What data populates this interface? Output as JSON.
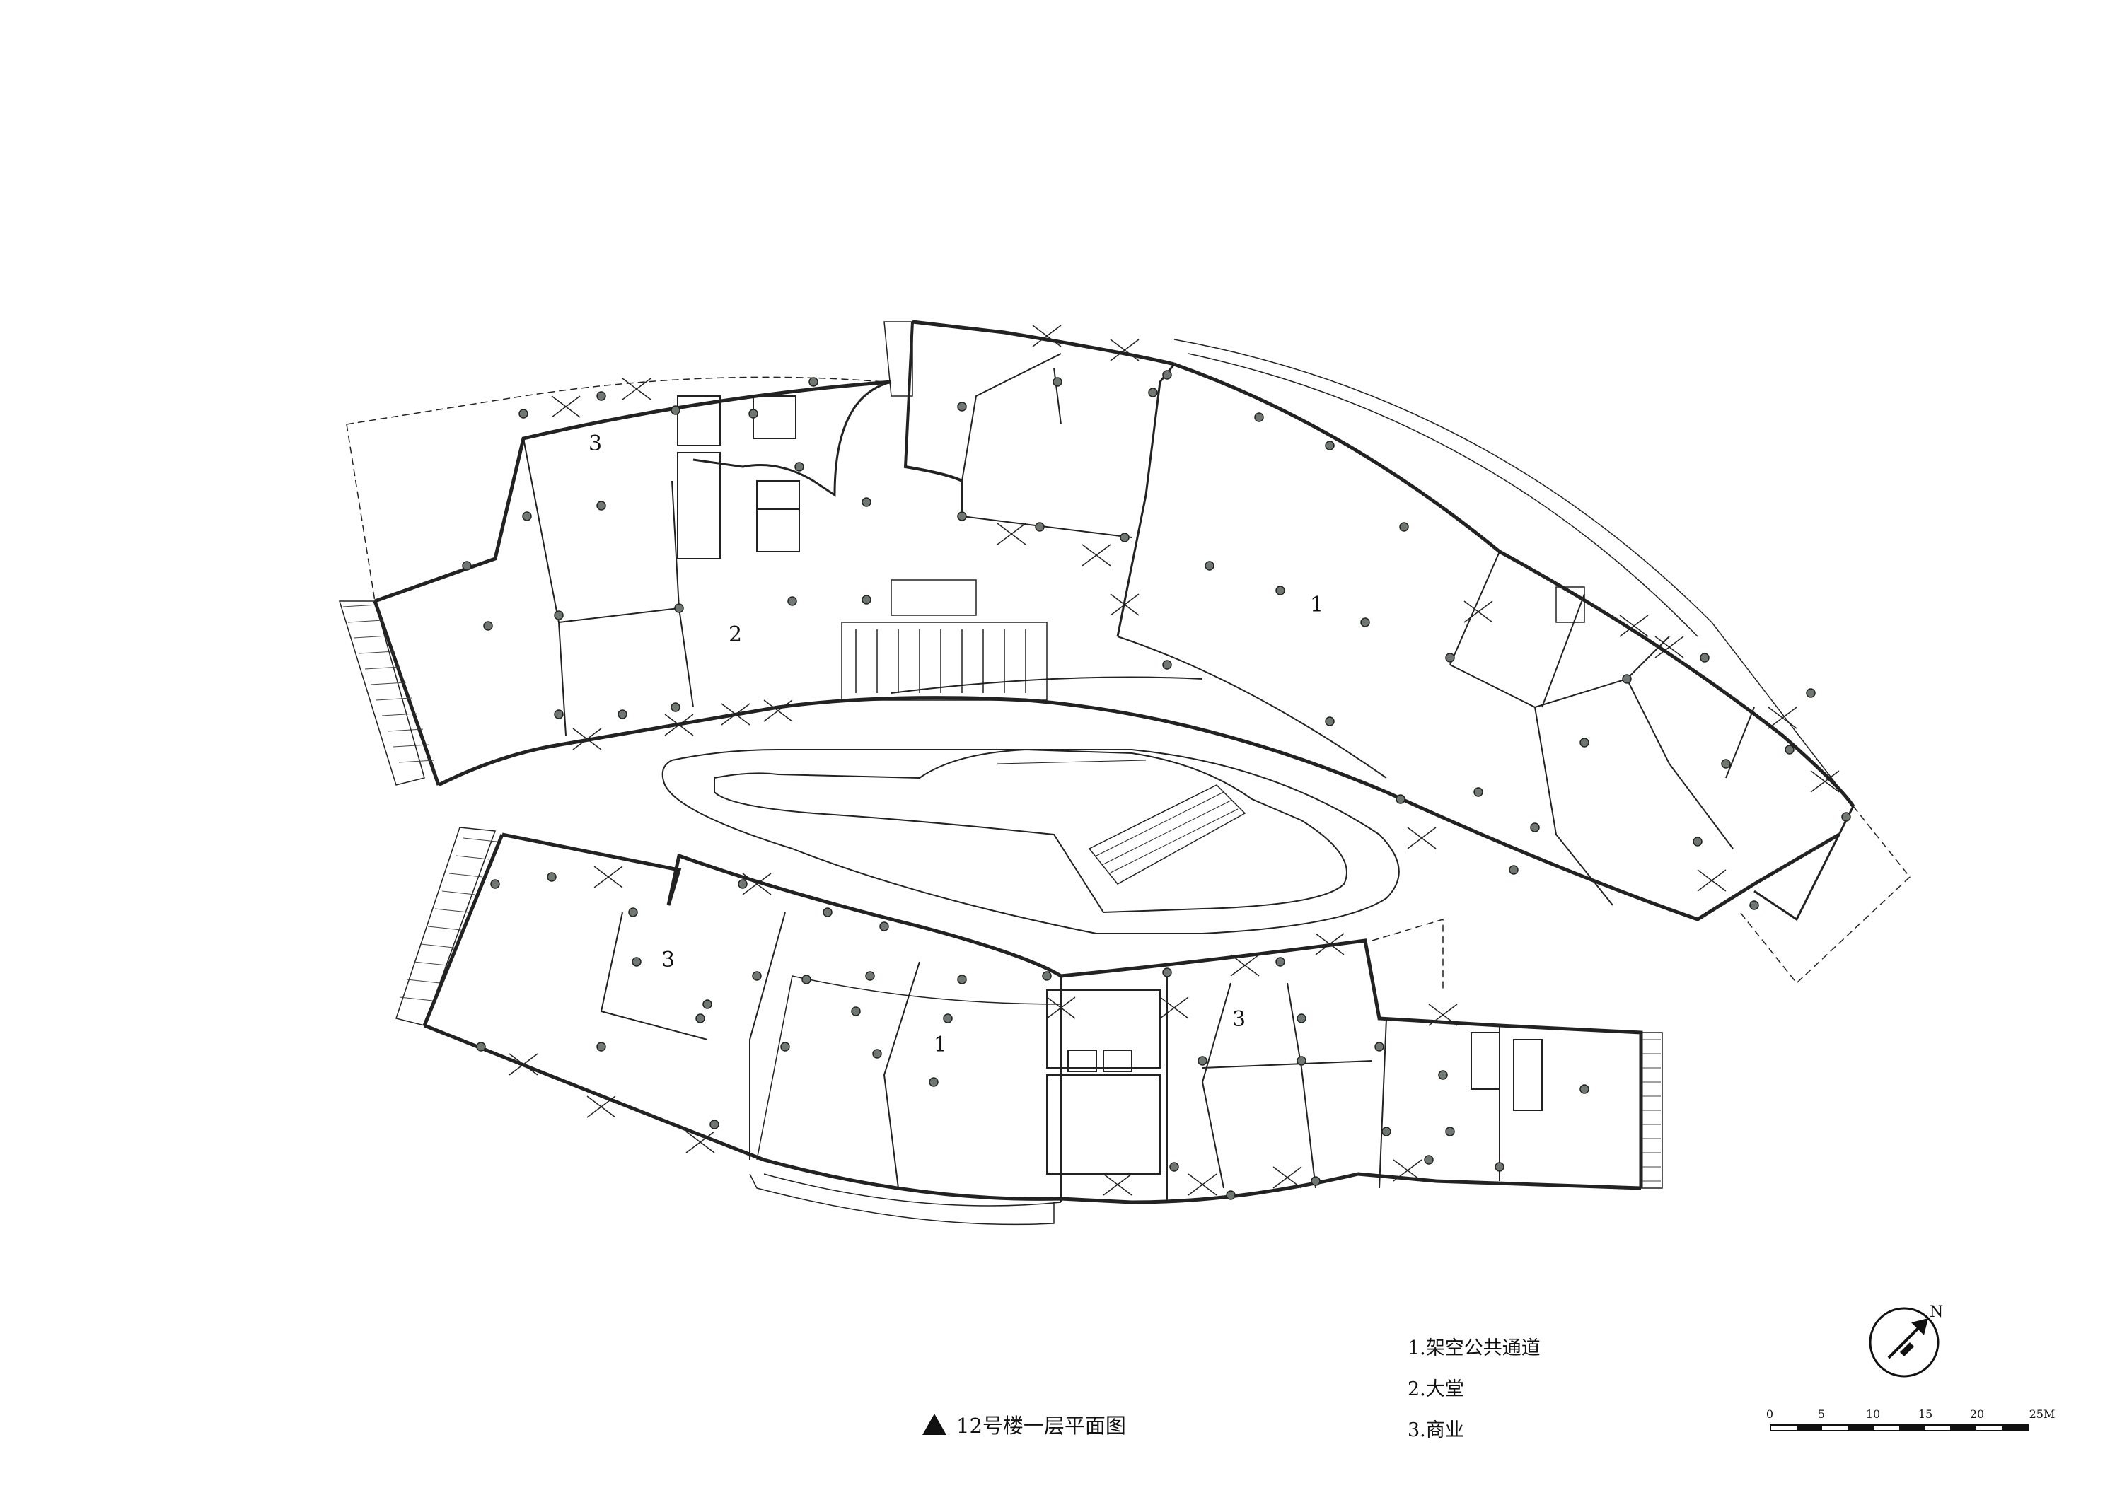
{
  "room_labels": {
    "top_left_3": "3",
    "top_center_2": "2",
    "top_right_1": "1",
    "bottom_left_3": "3",
    "bottom_center_1": "1",
    "bottom_right_3": "3"
  },
  "legend": {
    "item1": "1.架空公共通道",
    "item2": "2.大堂",
    "item3": "3.商业"
  },
  "caption": "12号楼一层平面图",
  "scale_bar": {
    "ticks": [
      "0",
      "5",
      "10",
      "15",
      "20",
      "25M"
    ]
  },
  "north_arrow": {
    "label": "N"
  },
  "colors": {
    "line": "#111111",
    "column": "#6e7770"
  }
}
